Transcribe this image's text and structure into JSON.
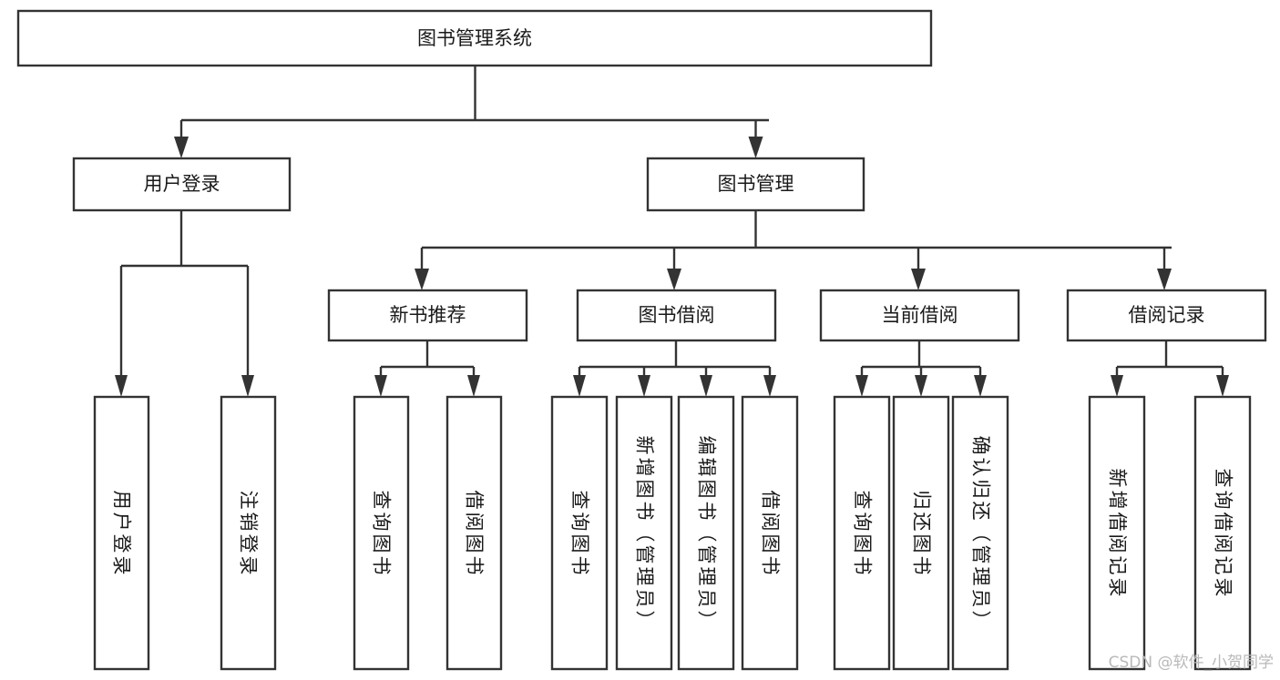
{
  "diagram": {
    "type": "tree-hierarchy",
    "title": "图书管理系统",
    "root": {
      "id": "root",
      "label": "图书管理系统"
    },
    "level2": [
      {
        "id": "user-login",
        "label": "用户登录"
      },
      {
        "id": "book-management",
        "label": "图书管理"
      }
    ],
    "level3": [
      {
        "id": "new-book-recommend",
        "label": "新书推荐",
        "parent": "book-management"
      },
      {
        "id": "book-borrow",
        "label": "图书借阅",
        "parent": "book-management"
      },
      {
        "id": "current-borrow",
        "label": "当前借阅",
        "parent": "book-management"
      },
      {
        "id": "borrow-record",
        "label": "借阅记录",
        "parent": "book-management"
      }
    ],
    "leaves": {
      "user-login": [
        {
          "id": "leaf-user-login",
          "label": "用户登录"
        },
        {
          "id": "leaf-user-logout",
          "label": "注销登录"
        }
      ],
      "new-book-recommend": [
        {
          "id": "leaf-query-book-1",
          "label": "查询图书"
        },
        {
          "id": "leaf-borrow-book-1",
          "label": "借阅图书"
        }
      ],
      "book-borrow": [
        {
          "id": "leaf-query-book-2",
          "label": "查询图书"
        },
        {
          "id": "leaf-add-book",
          "label": "新增图书（管理员）"
        },
        {
          "id": "leaf-edit-book",
          "label": "编辑图书（管理员）"
        },
        {
          "id": "leaf-borrow-book-2",
          "label": "借阅图书"
        }
      ],
      "current-borrow": [
        {
          "id": "leaf-query-book-3",
          "label": "查询图书"
        },
        {
          "id": "leaf-return-book",
          "label": "归还图书"
        },
        {
          "id": "leaf-confirm-return",
          "label": "确认归还（管理员）"
        }
      ],
      "borrow-record": [
        {
          "id": "leaf-add-record",
          "label": "新增借阅记录"
        },
        {
          "id": "leaf-query-record",
          "label": "查询借阅记录"
        }
      ]
    }
  },
  "watermark": {
    "text": "CSDN @软件_小贺同学"
  },
  "colors": {
    "stroke": "#333333",
    "fill": "#ffffff",
    "text": "#1a1a1a",
    "watermark": "#b9b9b9",
    "background": "#ffffff"
  }
}
